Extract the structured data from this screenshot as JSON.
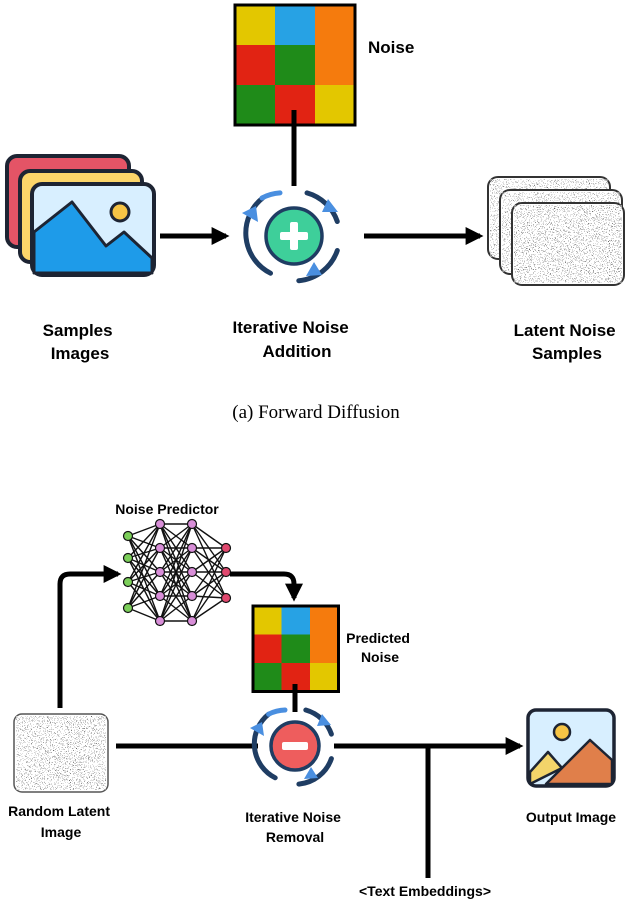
{
  "forward": {
    "noise_label": "Noise",
    "samples_label": [
      "Samples",
      "Images"
    ],
    "iterative_label": [
      "Iterative Noise",
      "Addition"
    ],
    "latent_label": [
      "Latent Noise",
      "Samples"
    ],
    "caption": "(a) Forward Diffusion"
  },
  "reverse": {
    "predictor_label": "Noise Predictor",
    "predicted_label": [
      "Predicted",
      "Noise"
    ],
    "random_label": [
      "Random Latent",
      "Image"
    ],
    "removal_label": [
      "Iterative Noise",
      "Removal"
    ],
    "output_label": "Output Image",
    "text_label": "<Text Embeddings>"
  },
  "noise_grid_colors": [
    "#e3c700",
    "#27a2e4",
    "#f57b0d",
    "#e12313",
    "#1f8b19",
    "#f57b0d",
    "#1f8b19",
    "#e12313",
    "#e3c700"
  ],
  "colors": {
    "plus_circle": "#3ecf9a",
    "minus_circle": "#ee5d5d",
    "cycle_dark": "#1f3d63",
    "cycle_accent": "#4a8fe0",
    "frame_red": "#e45466",
    "frame_yellow": "#fcd56a",
    "frame_blue": "#d8efff",
    "mountain": "#1e9be9",
    "sun": "#f6c445",
    "output_mountain": "#e07f4a",
    "output_mountain_yellow": "#f3d46a"
  },
  "icons": [
    "image-stack-icon",
    "plus-cycle-icon",
    "noise-stack-icon",
    "neural-network-icon",
    "minus-cycle-icon",
    "noise-image-icon",
    "output-image-icon"
  ]
}
